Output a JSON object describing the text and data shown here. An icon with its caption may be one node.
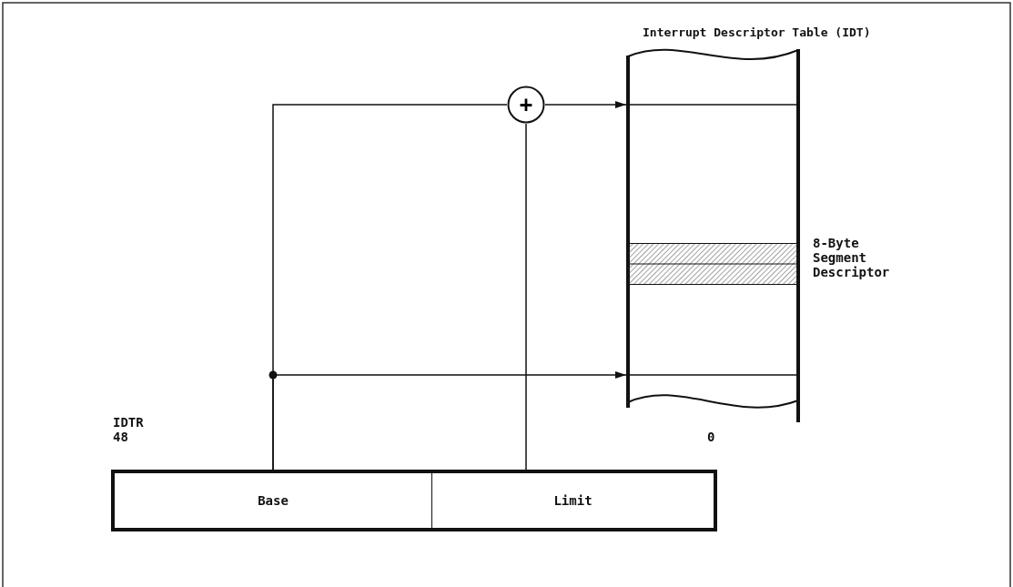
{
  "diagram": {
    "nodes": [
      {
        "text": [
          "IDTR"
        ]
      },
      {
        "text": [
          "Base"
        ],
        "in": 0
      },
      {
        "text": [
          "Limit"
        ],
        "in": 0
      },
      {
        "text": [
          "+"
        ]
      },
      {
        "text": [
          "Interrupt Descriptor Table (IDT)"
        ]
      },
      {
        "text": [],
        "shape": "box",
        "in": 4,
        "beside": [
          "8-Byte Segment Descriptor"
        ]
      }
    ],
    "edges": [
      {
        "from": 1,
        "to": 3,
        "arrow": "none"
      },
      {
        "from": 2,
        "to": 3,
        "arrow": "none"
      },
      {
        "from": 3,
        "to": 4,
        "arrow": "to"
      },
      {
        "from": 1,
        "to": 4,
        "arrow": "to"
      }
    ],
    "labels": [
      "48",
      "0"
    ]
  }
}
